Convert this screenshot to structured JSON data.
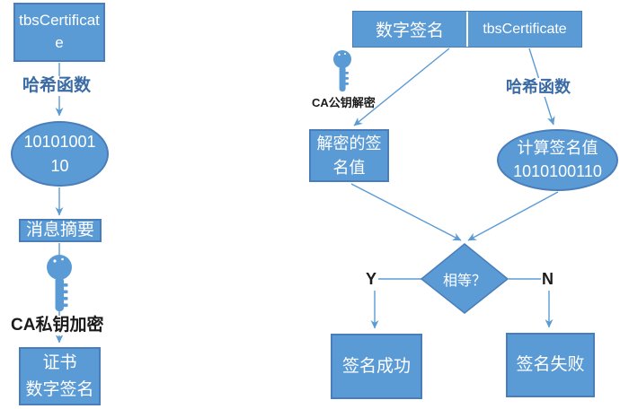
{
  "colors": {
    "shape_fill": "#5b9bd5",
    "shape_border": "#4a7ebb",
    "arrow": "#5b9bd5",
    "label_blue": "#3a6ba5",
    "label_black": "#1b1b1b",
    "shape_text": "#ffffff"
  },
  "sign_flow": {
    "tbs_box": "tbsCertificate",
    "hash_label": "哈希函数",
    "hash_value": "1010100110",
    "digest_box": "消息摘要",
    "key_icon": "key-icon",
    "encrypt_label": "CA私钥加密",
    "result_box": "证书\n数字签名"
  },
  "verify_flow": {
    "header_left": "数字签名",
    "header_right": "tbsCertificate",
    "key_icon": "key-icon",
    "decrypt_label": "CA公钥解密",
    "hash_label": "哈希函数",
    "decrypted_box": "解密的签名值",
    "computed_ellipse": "计算签名值\n1010100110",
    "decision": "相等？",
    "yes": "Y",
    "no": "N",
    "success_box": "签名成功",
    "fail_box": "签名失败"
  }
}
